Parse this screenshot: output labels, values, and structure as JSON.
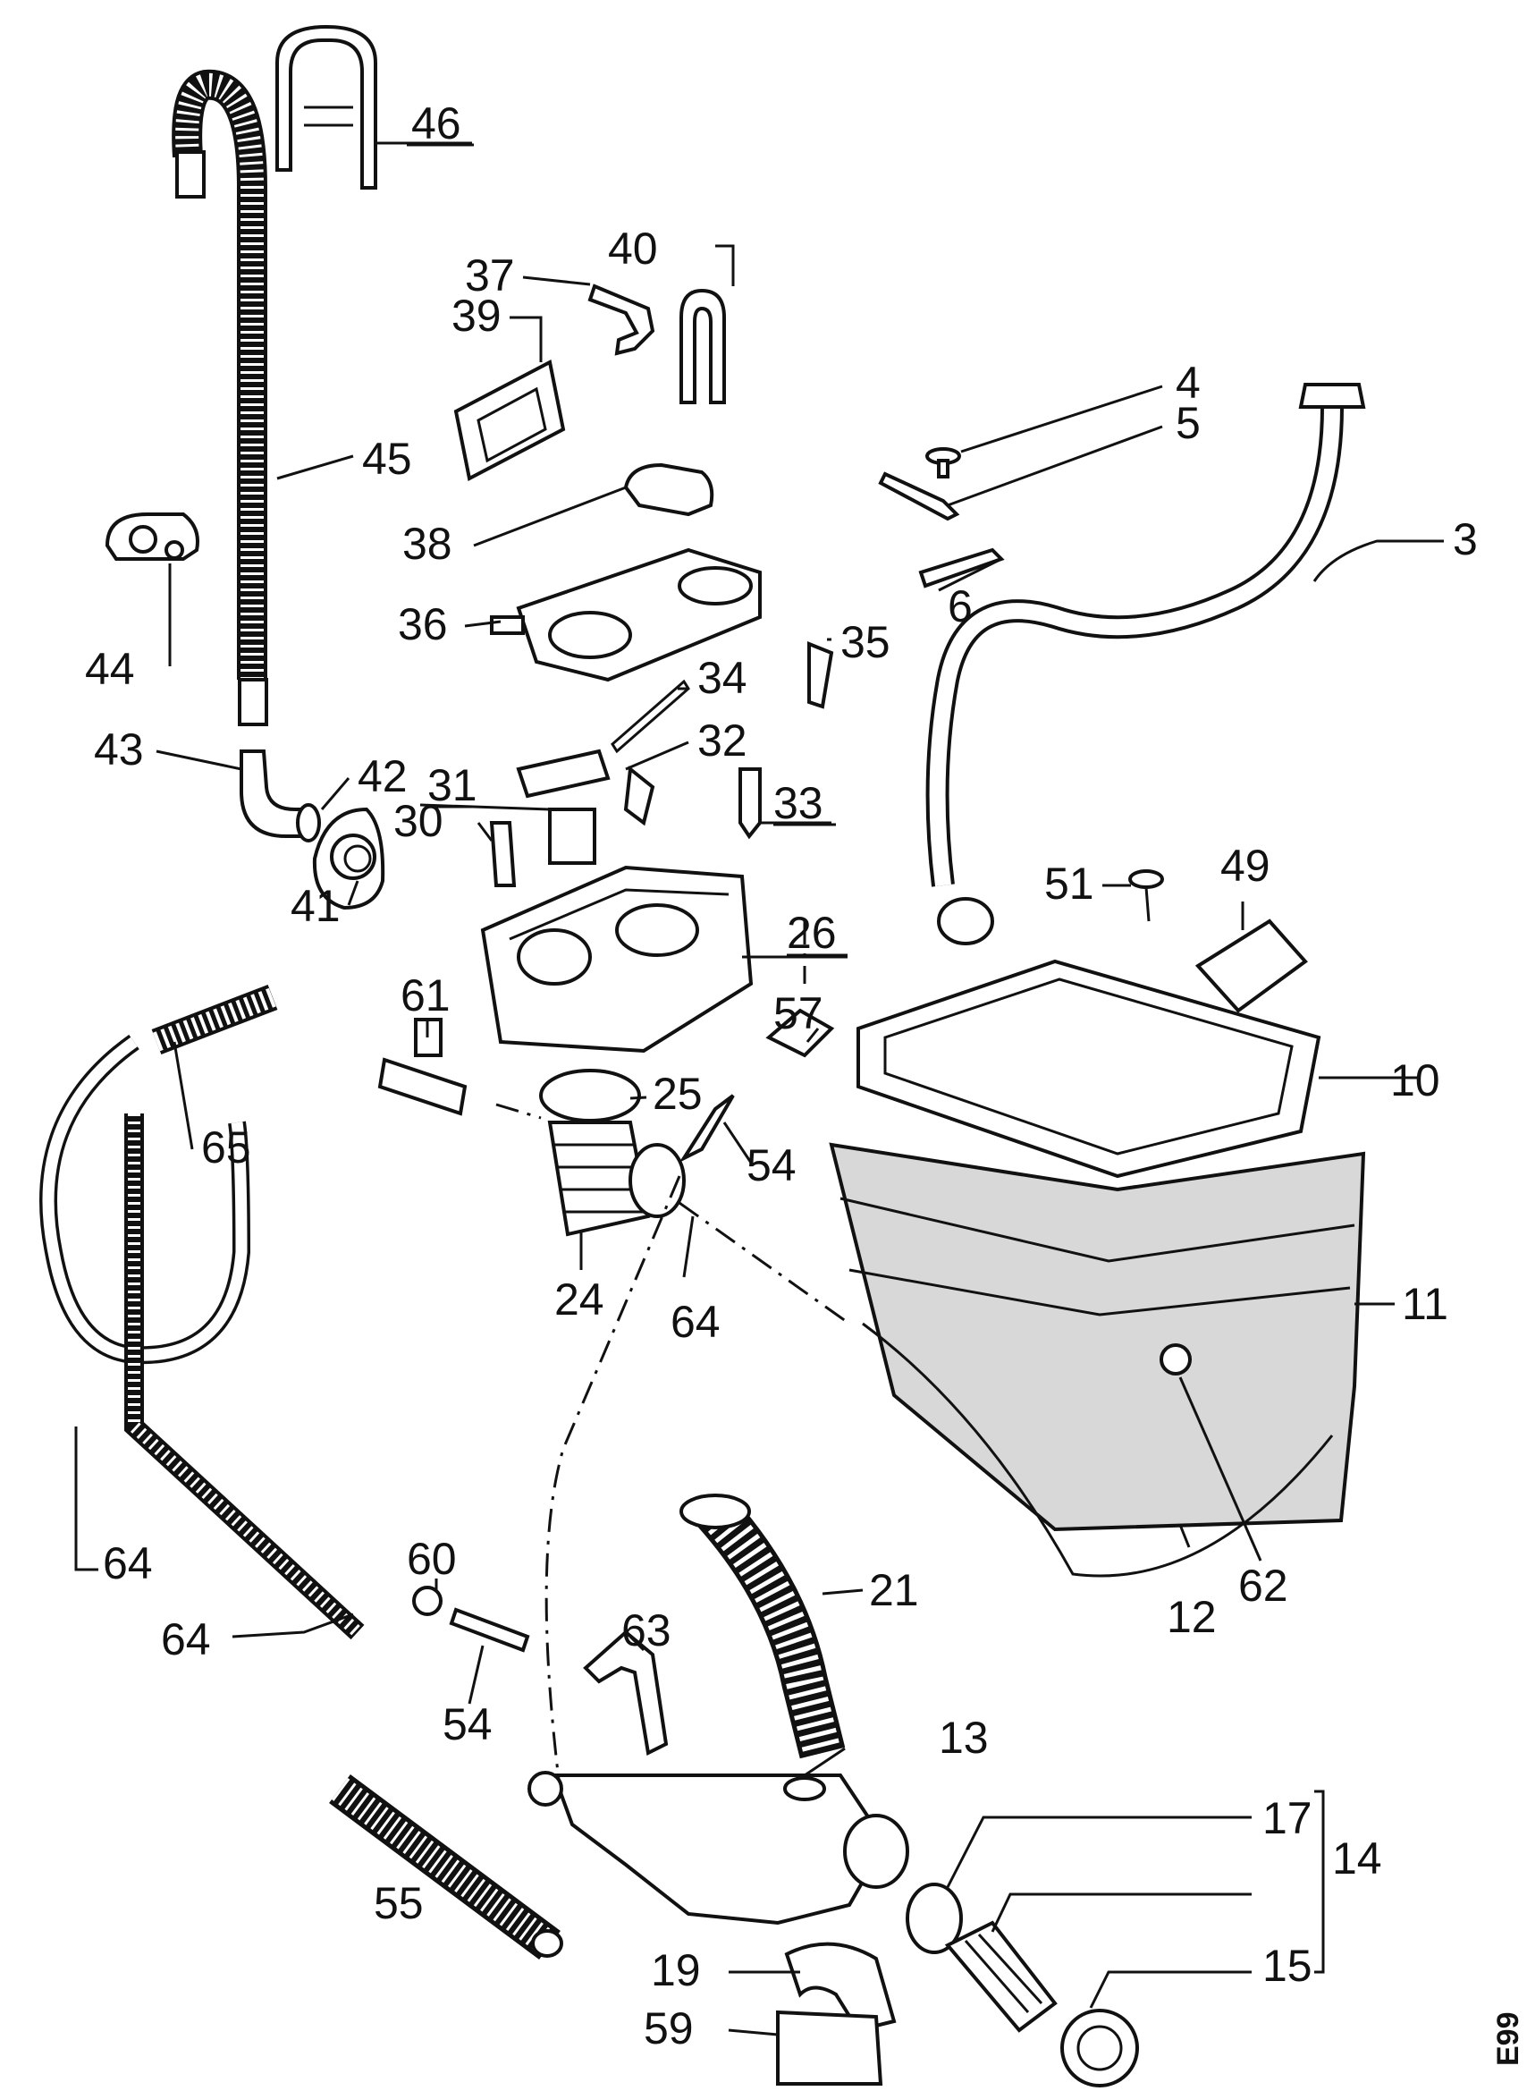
{
  "labels": {
    "p46": "46",
    "p40": "40",
    "p37": "37",
    "p39": "39",
    "p4": "4",
    "p5": "5",
    "p45": "45",
    "p3": "3",
    "p38": "38",
    "p6": "6",
    "p44": "44",
    "p36": "36",
    "p35": "35",
    "p34": "34",
    "p43": "43",
    "p42": "42",
    "p32": "32",
    "p31": "31",
    "p33": "33",
    "p30": "30",
    "p41": "41",
    "p51": "51",
    "p49": "49",
    "p26": "26",
    "p61": "61",
    "p57": "57",
    "p10": "10",
    "p25": "25",
    "p65": "65",
    "p54a": "54",
    "p11": "11",
    "p24": "24",
    "p64a": "64",
    "p62": "62",
    "p12": "12",
    "p21": "21",
    "p64b": "64",
    "p60": "60",
    "p64c": "64",
    "p63": "63",
    "p54b": "54",
    "p13": "13",
    "p17": "17",
    "p14": "14",
    "p55": "55",
    "p15": "15",
    "p19": "19",
    "p59": "59"
  },
  "diagram_code": "E99"
}
